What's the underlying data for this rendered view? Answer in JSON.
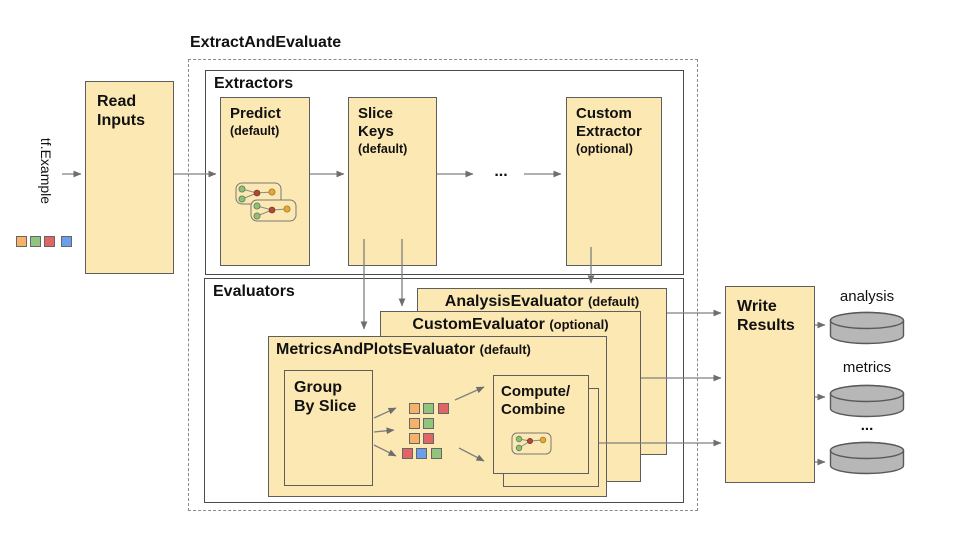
{
  "title": "ExtractAndEvaluate",
  "input": {
    "label": "tf.Example",
    "squares": [
      "#F6B26B",
      "#93C47D",
      "#E06666",
      "#6D9EEB"
    ]
  },
  "read_inputs": {
    "label": "Read\nInputs"
  },
  "extractors": {
    "label": "Extractors",
    "predict": {
      "name": "Predict",
      "qualifier": "(default)",
      "icon": "mini-model-graph-icon"
    },
    "slice_keys": {
      "name": "Slice\nKeys",
      "qualifier": "(default)"
    },
    "ellipsis": "...",
    "custom": {
      "name": "Custom\nExtractor",
      "qualifier": "(optional)"
    }
  },
  "evaluators": {
    "label": "Evaluators",
    "analysis": {
      "name": "AnalysisEvaluator",
      "qualifier": "(default)"
    },
    "custom": {
      "name": "CustomEvaluator",
      "qualifier": "(optional)"
    },
    "metrics_and_plots": {
      "name": "MetricsAndPlotsEvaluator",
      "qualifier": "(default)",
      "group_by_slice": "Group\nBy Slice",
      "compute_combine": "Compute/\nCombine",
      "compute_icon": "mini-model-graph-icon",
      "slice_grid": [
        [
          "#F6B26B",
          "#93C47D",
          "#E06666"
        ],
        [
          "#F6B26B",
          "#93C47D"
        ],
        [
          "#F6B26B",
          "#E06666"
        ],
        [
          "#E06666",
          "#6D9EEB",
          "#93C47D"
        ]
      ]
    }
  },
  "write_results": {
    "label": "Write\nResults"
  },
  "outputs": [
    {
      "label": "analysis",
      "icon": "database-cylinder"
    },
    {
      "label": "metrics",
      "icon": "database-cylinder"
    },
    {
      "label": "...",
      "icon": "database-cylinder"
    }
  ],
  "colors": {
    "box_fill": "#FCE8B2",
    "box_border": "#5E5E5E",
    "cylinder_fill": "#B7B7B7",
    "arrow": "#808080",
    "node_green": "#8FBF77",
    "node_red": "#B04A38",
    "node_yellow": "#E3A83B"
  }
}
